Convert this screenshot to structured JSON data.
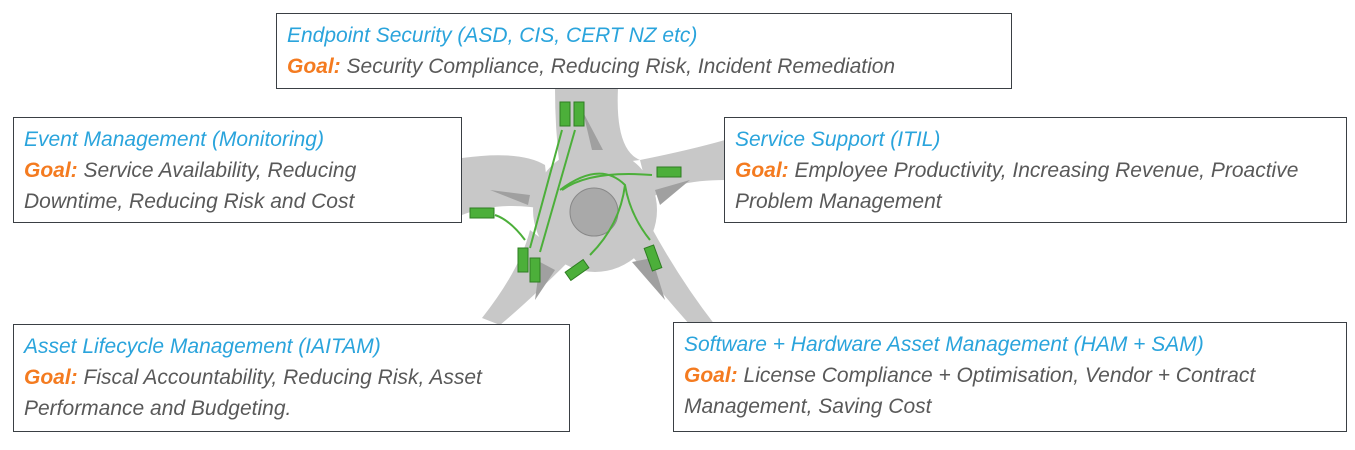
{
  "colors": {
    "title": "#2aa4dc",
    "goal": "#f47b20",
    "text": "#595959",
    "road": "#c8c8c8",
    "vehicle": "#4caf3a"
  },
  "goal_label": "Goal:",
  "boxes": {
    "endpoint": {
      "title": "Endpoint Security (ASD, CIS, CERT NZ etc)",
      "goal": "Security Compliance, Reducing Risk, Incident Remediation"
    },
    "event": {
      "title": "Event Management (Monitoring)",
      "goal": "Service Availability, Reducing Downtime, Reducing Risk and Cost"
    },
    "service": {
      "title": "Service Support (ITIL)",
      "goal": "Employee Productivity, Increasing Revenue, Proactive Problem Management"
    },
    "asset": {
      "title": "Asset Lifecycle Management (IAITAM)",
      "goal": "Fiscal Accountability, Reducing Risk, Asset Performance and Budgeting."
    },
    "software": {
      "title": "Software + Hardware Asset Management (HAM + SAM)",
      "goal": "License Compliance + Optimisation, Vendor + Contract Management, Saving Cost"
    }
  }
}
